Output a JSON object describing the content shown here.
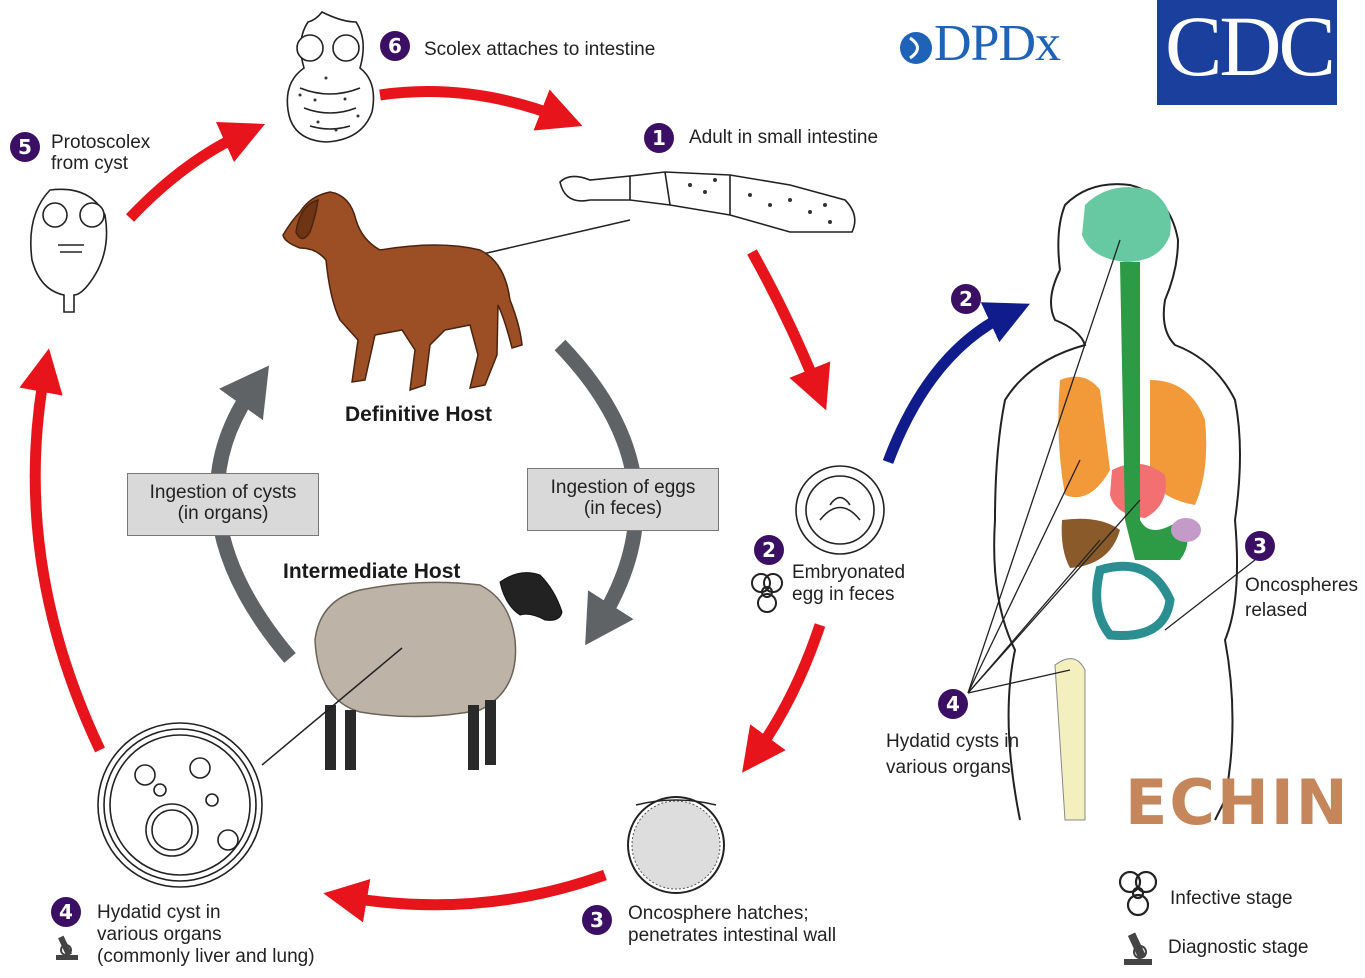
{
  "logos": {
    "dpdx": "DPDx",
    "cdc": "CDC"
  },
  "steps": {
    "s1": {
      "num": "1",
      "text": "Adult in small intestine"
    },
    "s2": {
      "num": "2",
      "line1": "Embryonated",
      "line2": "egg in feces"
    },
    "s3": {
      "num": "3",
      "line1": "Oncosphere hatches;",
      "line2": "penetrates intestinal wall"
    },
    "s4": {
      "num": "4",
      "line1": "Hydatid cyst in",
      "line2": "various organs",
      "line3": "(commonly liver and lung)"
    },
    "s5": {
      "num": "5",
      "line1": "Protoscolex",
      "line2": "from cyst"
    },
    "s6": {
      "num": "6",
      "text": "Scolex attaches to intestine"
    }
  },
  "human": {
    "h2": {
      "num": "2"
    },
    "h3": {
      "num": "3",
      "line1": "Oncospheres",
      "line2": "relased"
    },
    "h4": {
      "num": "4",
      "line1": "Hydatid cysts in",
      "line2": "various organs"
    }
  },
  "hosts": {
    "definitive": "Definitive Host",
    "intermediate": "Intermediate Host"
  },
  "boxes": {
    "cysts": {
      "line1": "Ingestion of cysts",
      "line2": "(in organs)"
    },
    "eggs": {
      "line1": "Ingestion of eggs",
      "line2": "(in feces)"
    }
  },
  "watermark": "ECHIN",
  "legend": {
    "infective": "Infective stage",
    "diagnostic": "Diagnostic stage"
  },
  "colors": {
    "cycle_arrow": "#e8141b",
    "host_arrow": "#5f6366",
    "human_arrow": "#101b8c",
    "badge": "#3b0f63",
    "cdc_blue": "#1b3f9c",
    "watermark": "#c4865a"
  }
}
